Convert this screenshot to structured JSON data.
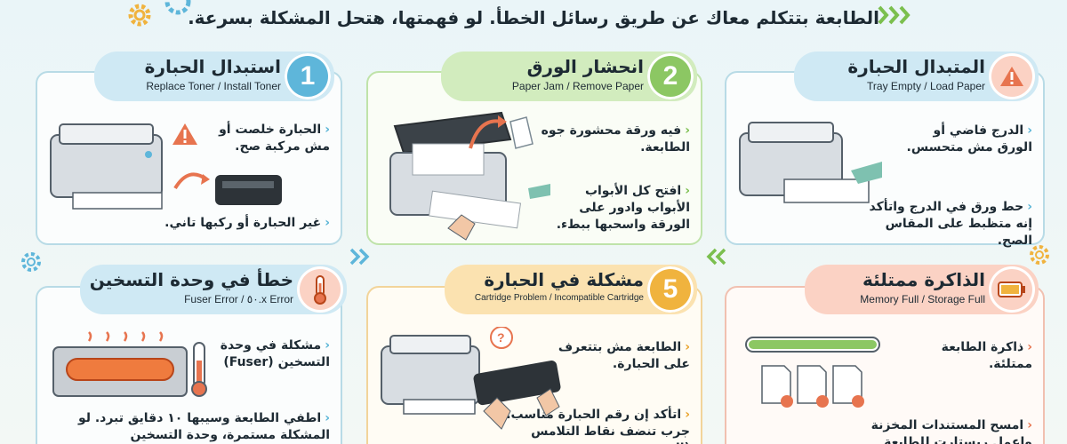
{
  "header": {
    "subtitle": "الطابعة بتتكلم معاك عن طريق رسائل الخطأ. لو فهمتها، هتحل المشكلة بسرعة."
  },
  "cards": [
    {
      "number": "1",
      "title": "استبدال الحبارة",
      "subtitle": "Replace Toner / Install Toner",
      "bullets": [
        "الحبارة خلصت أو مش مركبة صح.",
        "غير الحبارة أو ركبها تاني."
      ]
    },
    {
      "number": "2",
      "title": "انحشار الورق",
      "subtitle": "Paper Jam / Remove Paper",
      "bullets": [
        "فيه ورقة محشورة جوه الطابعة.",
        "افتح كل الأبواب الأبواب وادور على الورقة واسحبها ببطء."
      ]
    },
    {
      "number": "",
      "title": "المتبدال الحبارة",
      "subtitle": "Tray Empty / Load Paper",
      "bullets": [
        "الدرج فاضي أو الورق مش متحسس.",
        "حط ورق في الدرج واتأكد إنه متظبط على المقاس الصح."
      ]
    },
    {
      "number": "",
      "title": "خطأ في وحدة التسخين",
      "subtitle": "Fuser Error / ٥٠.x Error",
      "bullets": [
        "مشكلة في وحدة التسخين (Fuser)",
        "اطفي الطابعة وسيبها ١٠ دقايق تبرد. لو المشكلة مستمرة، وحدة التسخين"
      ]
    },
    {
      "number": "5",
      "title": "مشكلة في الحبارة",
      "subtitle": "Cartridge Problem / Incompatible Cartridge",
      "bullets": [
        "الطابعة مش بتتعرف على الحبارة.",
        "اتأكد إن رقم الحبارة مناسب. جرب تنضف نقاط التلامس (الشريحة"
      ]
    },
    {
      "number": "",
      "title": "الذاكرة ممتلئة",
      "subtitle": "Memory Full / Storage Full",
      "bullets": [
        "ذاكرة الطابعة ممتلئة.",
        "امسح المستندات المخزنة واعمل ريستارت للطابعة"
      ]
    }
  ],
  "icons": {
    "warning": "warning-icon",
    "thermometer": "thermometer-icon",
    "battery": "battery-icon",
    "gear": "gear-icon",
    "chevrons": "chevrons-icon"
  },
  "colors": {
    "blue": "#5eb6da",
    "green": "#8cc763",
    "red": "#e7744f",
    "orange": "#f0b33e"
  }
}
